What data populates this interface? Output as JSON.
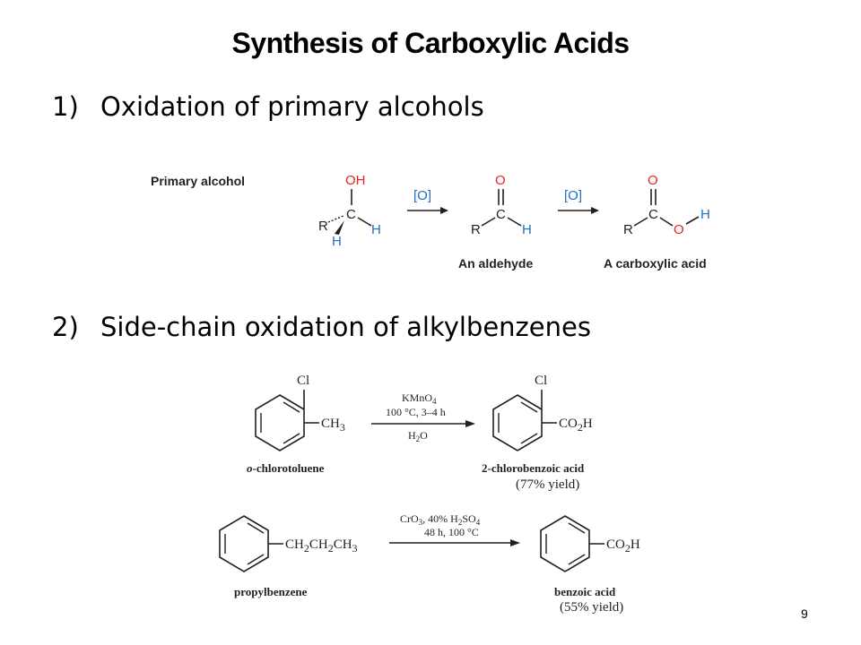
{
  "slide": {
    "title": "Synthesis of Carboxylic Acids",
    "page_number": "9"
  },
  "items": [
    {
      "number": "1)",
      "text": "Oxidation of primary alcohols"
    },
    {
      "number": "2)",
      "text": "Side-chain oxidation of alkylbenzenes"
    }
  ],
  "scheme1": {
    "heading": "Primary alcohol",
    "atoms": {
      "OH": "OH",
      "O": "O",
      "C": "C",
      "R": "R",
      "H": "H"
    },
    "arrow1_label": "[O]",
    "arrow2_label": "[O]",
    "aldehyde_label": "An aldehyde",
    "acid_label": "A carboxylic acid",
    "colors": {
      "atom_red": "#e0252a",
      "atom_blue": "#1f6fc6",
      "black": "#231f20"
    }
  },
  "scheme2": {
    "reaction1": {
      "reactant_name": "o-chlorotoluene",
      "reactant_name_prefix": "o",
      "reactant_name_rest": "-chlorotoluene",
      "reactant_sub1": "Cl",
      "reactant_sub2": "CH",
      "reactant_sub2_sub": "3",
      "reagent_line1": "KMnO",
      "reagent_line1_sub": "4",
      "reagent_line2": "100 °C, 3–4 h",
      "reagent_line3_a": "H",
      "reagent_line3_sub": "2",
      "reagent_line3_b": "O",
      "product_name": "2-chlorobenzoic acid",
      "product_yield": "(77% yield)",
      "product_sub1": "Cl",
      "product_sub2_a": "CO",
      "product_sub2_sub": "2",
      "product_sub2_b": "H"
    },
    "reaction2": {
      "reactant_name": "propylbenzene",
      "reactant_sub": "CH2CH2CH3",
      "reagent_line1": "CrO3, 40% H2SO4",
      "reagent_line2": "48 h, 100 °C",
      "product_name": "benzoic acid",
      "product_yield": "(55% yield)",
      "product_sub": "CO2H"
    }
  }
}
